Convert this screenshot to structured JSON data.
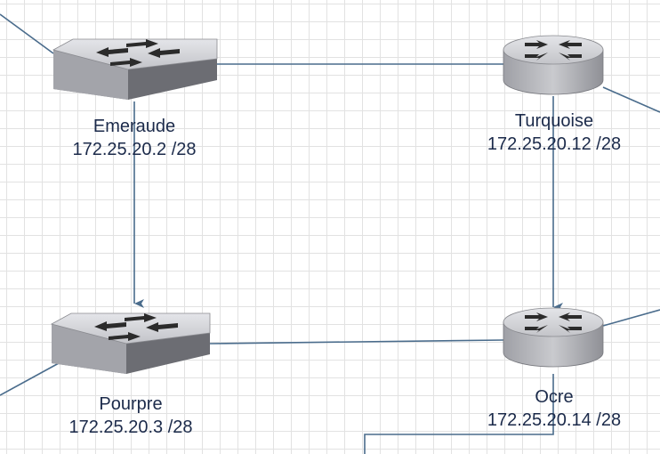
{
  "diagram": {
    "title": "",
    "colors": {
      "link": "#4a6c8c",
      "label": "#1b2a4a",
      "device_top": "#d2d3d7",
      "device_side": "#8c8d93",
      "arrow_glyph": "#2b2b2b"
    },
    "nodes": [
      {
        "id": "emeraude",
        "kind": "switch",
        "name": "Emeraude",
        "ip": "172.25.20.2 /28"
      },
      {
        "id": "turquoise",
        "kind": "router",
        "name": "Turquoise",
        "ip": "172.25.20.12 /28"
      },
      {
        "id": "pourpre",
        "kind": "switch",
        "name": "Pourpre",
        "ip": "172.25.20.3 /28"
      },
      {
        "id": "ocre",
        "kind": "router",
        "name": "Ocre",
        "ip": "172.25.20.14 /28"
      }
    ],
    "links": [
      {
        "from": "emeraude",
        "to": "turquoise",
        "arrow": false
      },
      {
        "from": "emeraude",
        "to": "pourpre",
        "arrow": true
      },
      {
        "from": "turquoise",
        "to": "ocre",
        "arrow": true
      },
      {
        "from": "pourpre",
        "to": "ocre",
        "arrow": false
      }
    ]
  }
}
